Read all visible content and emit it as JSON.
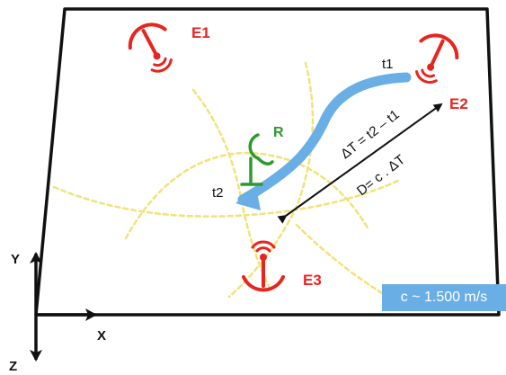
{
  "emitters": {
    "e1": {
      "label": "E1"
    },
    "e2": {
      "label": "E2",
      "time": "t1"
    },
    "e3": {
      "label": "E3"
    }
  },
  "receiver": {
    "label": "R",
    "time": "t2"
  },
  "equations": {
    "delta_t": "ΔT = t2 – t1",
    "distance": "D= c . ΔT"
  },
  "axes": {
    "x": "X",
    "y": "Y",
    "z": "Z"
  },
  "speed": "c ~ 1.500 m/s",
  "colors": {
    "emitter": "#e8241f",
    "receiver": "#2e9a2e",
    "wave_path": "#6aaee6",
    "wavefront": "#f2e27a"
  }
}
